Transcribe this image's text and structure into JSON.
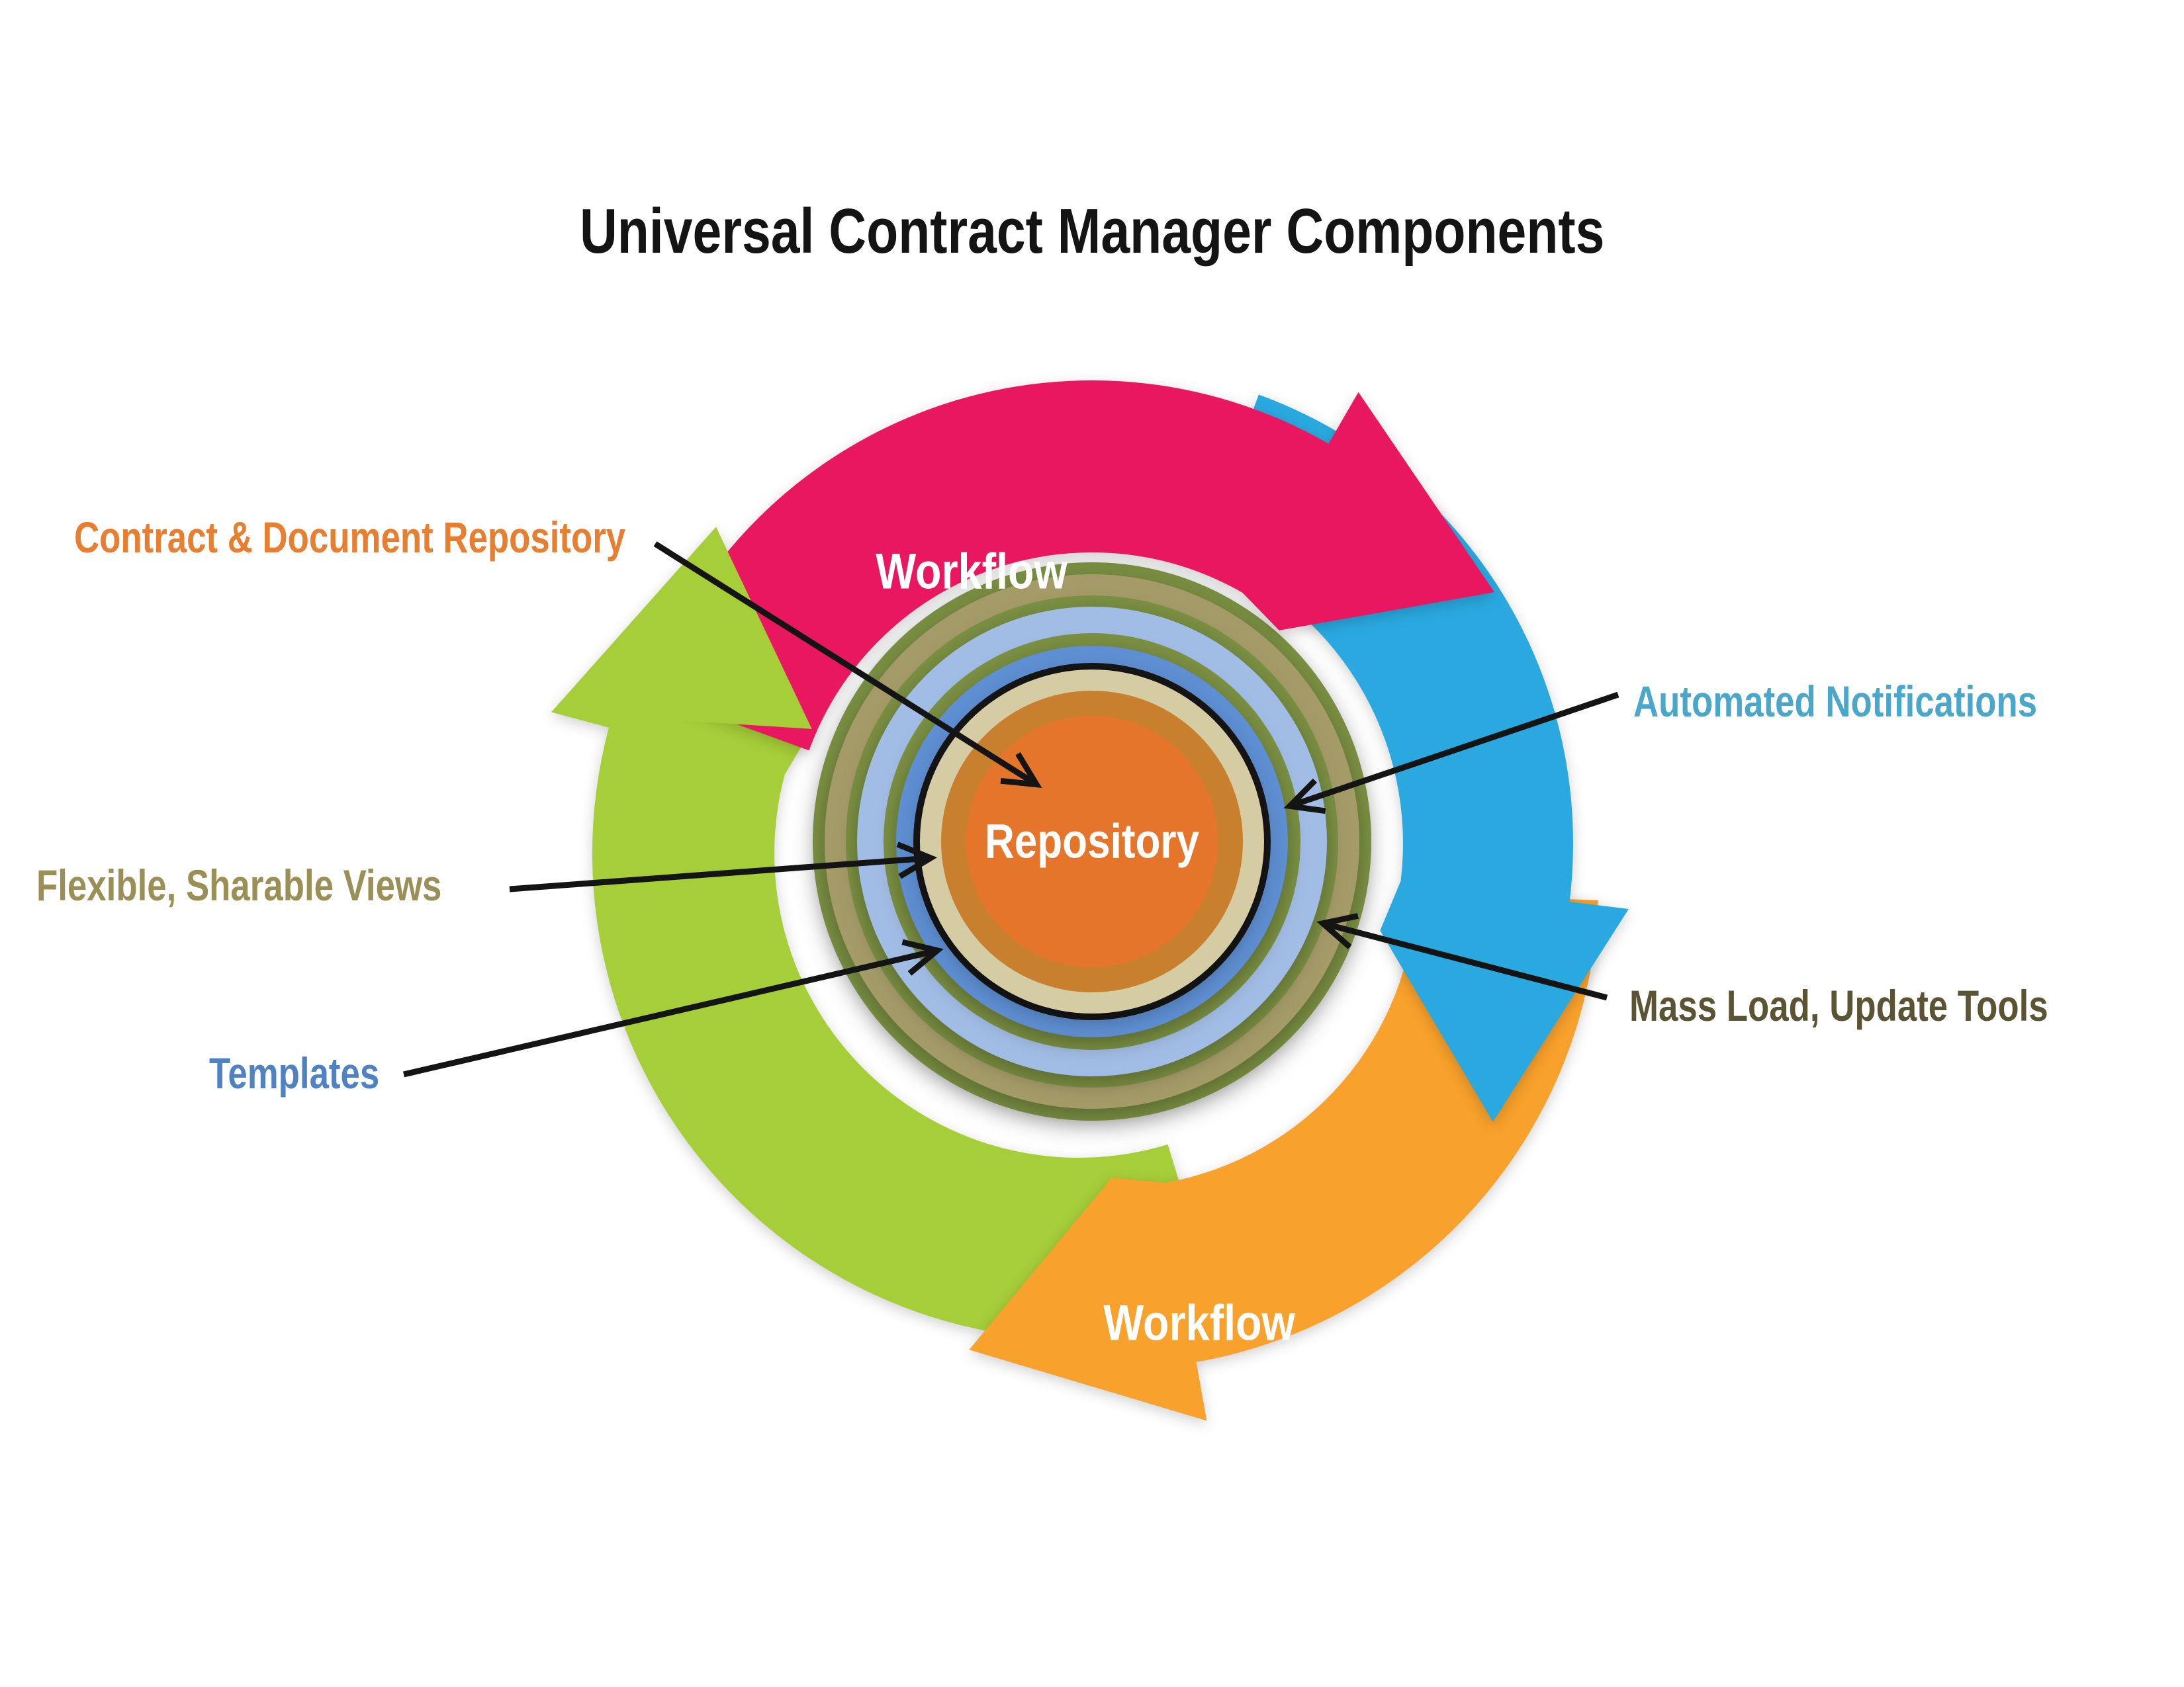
{
  "title": "Universal Contract Manager Components",
  "diagram": {
    "center_label": "Repository",
    "arrows": {
      "top_workflow": {
        "label": "Workflow",
        "color": "#E9175F"
      },
      "right_cycle": {
        "label": "",
        "color": "#2AA9E0"
      },
      "bottom_workflow": {
        "label": "Workflow",
        "color": "#F8A12C"
      },
      "left_cycle": {
        "label": "",
        "color": "#A6CE39"
      }
    },
    "rings": [
      {
        "name": "outer-olive-ring",
        "color": "#7C9143"
      },
      {
        "name": "mass-load-update-tools-ring",
        "color": "#A59B69"
      },
      {
        "name": "olive-separator-ring",
        "color": "#7C9143"
      },
      {
        "name": "automated-notifications-ring",
        "color": "#A2BDE5"
      },
      {
        "name": "olive-separator-ring-thin",
        "color": "#7C9143"
      },
      {
        "name": "templates-ring",
        "color": "#5E8FD2"
      },
      {
        "name": "black-outline-ring",
        "color": "#161616"
      },
      {
        "name": "flexible-sharable-views-ring",
        "color": "#D6CCA4"
      },
      {
        "name": "repository-rim",
        "color": "#C8802F"
      },
      {
        "name": "repository-core",
        "color": "#E4752B"
      }
    ],
    "callouts": [
      {
        "id": "contract-document-repository",
        "text": "Contract & Document Repository",
        "color": "#E87E2F"
      },
      {
        "id": "automated-notifications",
        "text": "Automated Notifications",
        "color": "#4BA7C9"
      },
      {
        "id": "flexible-sharable-views",
        "text": "Flexible, Sharable Views",
        "color": "#9A8F55"
      },
      {
        "id": "templates",
        "text": "Templates",
        "color": "#4E82C2"
      },
      {
        "id": "mass-load-update-tools",
        "text": "Mass Load, Update Tools",
        "color": "#5B5434"
      }
    ]
  }
}
